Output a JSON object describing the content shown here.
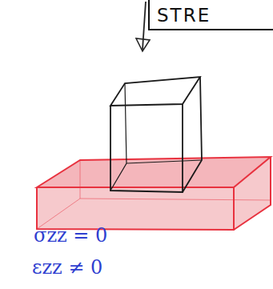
{
  "diagram": {
    "labels": [
      "STRE",
      "σzz = 0",
      "εzz ≠ 0"
    ]
  }
}
